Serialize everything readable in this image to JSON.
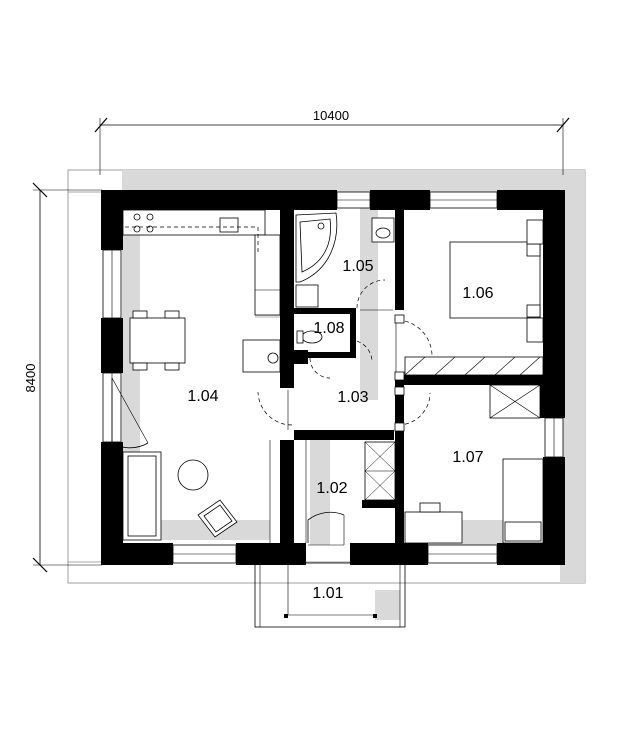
{
  "dimensions": {
    "width_label": "10400",
    "height_label": "8400"
  },
  "rooms": [
    {
      "id": "1.01",
      "label": "1.01"
    },
    {
      "id": "1.02",
      "label": "1.02"
    },
    {
      "id": "1.03",
      "label": "1.03"
    },
    {
      "id": "1.04",
      "label": "1.04"
    },
    {
      "id": "1.05",
      "label": "1.05"
    },
    {
      "id": "1.06",
      "label": "1.06"
    },
    {
      "id": "1.07",
      "label": "1.07"
    },
    {
      "id": "1.08",
      "label": "1.08"
    }
  ]
}
